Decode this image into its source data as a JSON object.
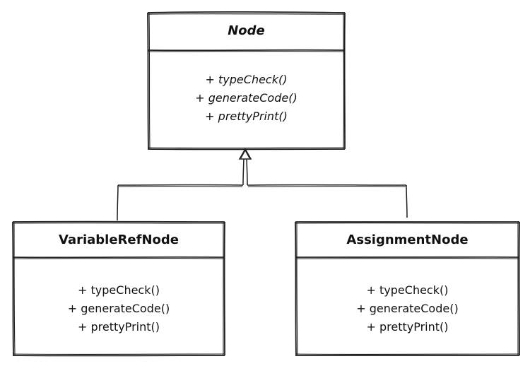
{
  "diagram": {
    "classes": [
      {
        "id": "node",
        "name": "Node",
        "abstract": true,
        "methods": [
          "+ typeCheck()",
          "+ generateCode()",
          "+ prettyPrint()"
        ]
      },
      {
        "id": "variable-ref-node",
        "name": "VariableRefNode",
        "abstract": false,
        "methods": [
          "+ typeCheck()",
          "+ generateCode()",
          "+ prettyPrint()"
        ]
      },
      {
        "id": "assignment-node",
        "name": "AssignmentNode",
        "abstract": false,
        "methods": [
          "+ typeCheck()",
          "+ generateCode()",
          "+ prettyPrint()"
        ]
      }
    ],
    "relations": [
      {
        "type": "inheritance",
        "from": "VariableRefNode",
        "to": "Node"
      },
      {
        "type": "inheritance",
        "from": "AssignmentNode",
        "to": "Node"
      }
    ],
    "style": {
      "stroke": "#1e1e1e",
      "fill": "#ffffff"
    }
  }
}
